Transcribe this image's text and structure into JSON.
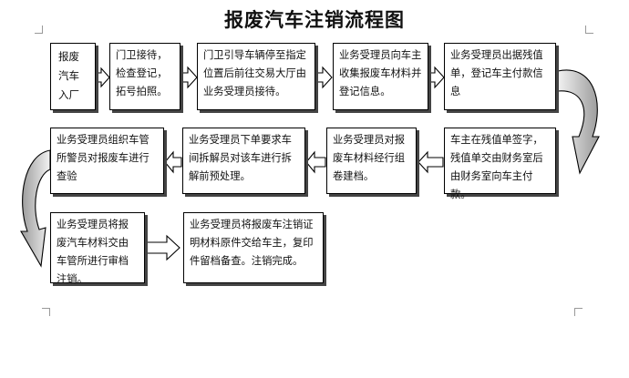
{
  "title": "报废汽车注销流程图",
  "steps": [
    "报废汽车入厂",
    "门卫接待，检查登记，拓号拍照。",
    "门卫引导车辆停至指定位置后前往交易大厅由业务受理员接待。",
    "业务受理员向车主收集报废车材料并登记信息。",
    "业务受理员出据残值单，登记车主付款信息",
    "车主在残值单签字，残值单交由财务室后由财务室向车主付款。",
    "业务受理员对报废车材料经行组卷建档。",
    "业务受理员下单要求车间拆解员对该车进行拆解前预处理。",
    "业务受理员组织车管所警员对报废车进行查验",
    "业务受理员将报废汽车材料交由车管所进行审档注销。",
    "业务受理员将报废车注销证明材料原件交给车主，复印件留档备查。注销完成。"
  ]
}
